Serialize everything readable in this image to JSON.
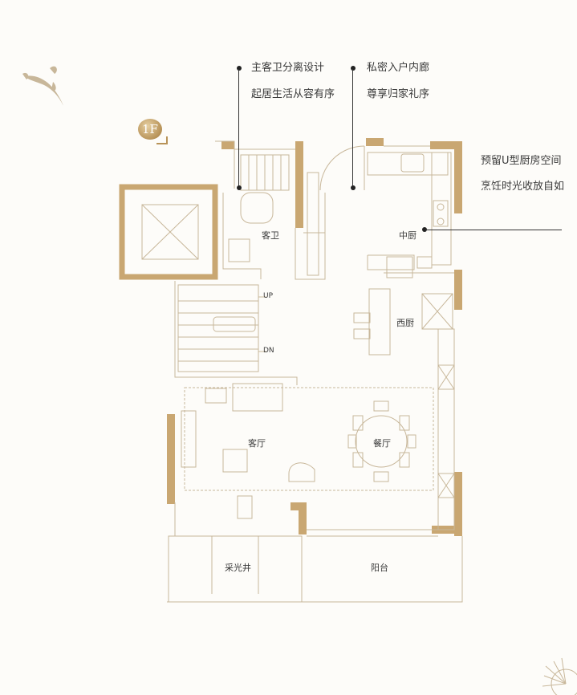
{
  "floor_badge": "1F",
  "annotations": {
    "guest_bath": [
      "主客卫分离设计",
      "起居生活从容有序"
    ],
    "entry": [
      "私密入户内廊",
      "尊享归家礼序"
    ],
    "kitchen": [
      "预留U型厨房空间",
      "烹饪时光收放自如"
    ]
  },
  "rooms": {
    "guest_bath": "客卫",
    "chinese_kitchen": "中厨",
    "western_kitchen": "西厨",
    "living": "客厅",
    "dining": "餐厅",
    "lightwell": "采光井",
    "balcony": "阳台"
  },
  "stairs": {
    "up": "UP",
    "down": "DN"
  },
  "colors": {
    "wall": "#c9a772",
    "line": "#c8b79a",
    "text": "#3a3a3a",
    "accent": "#b89358"
  },
  "icons": [
    "koi-fish-icon",
    "sunburst-ornament-icon"
  ]
}
